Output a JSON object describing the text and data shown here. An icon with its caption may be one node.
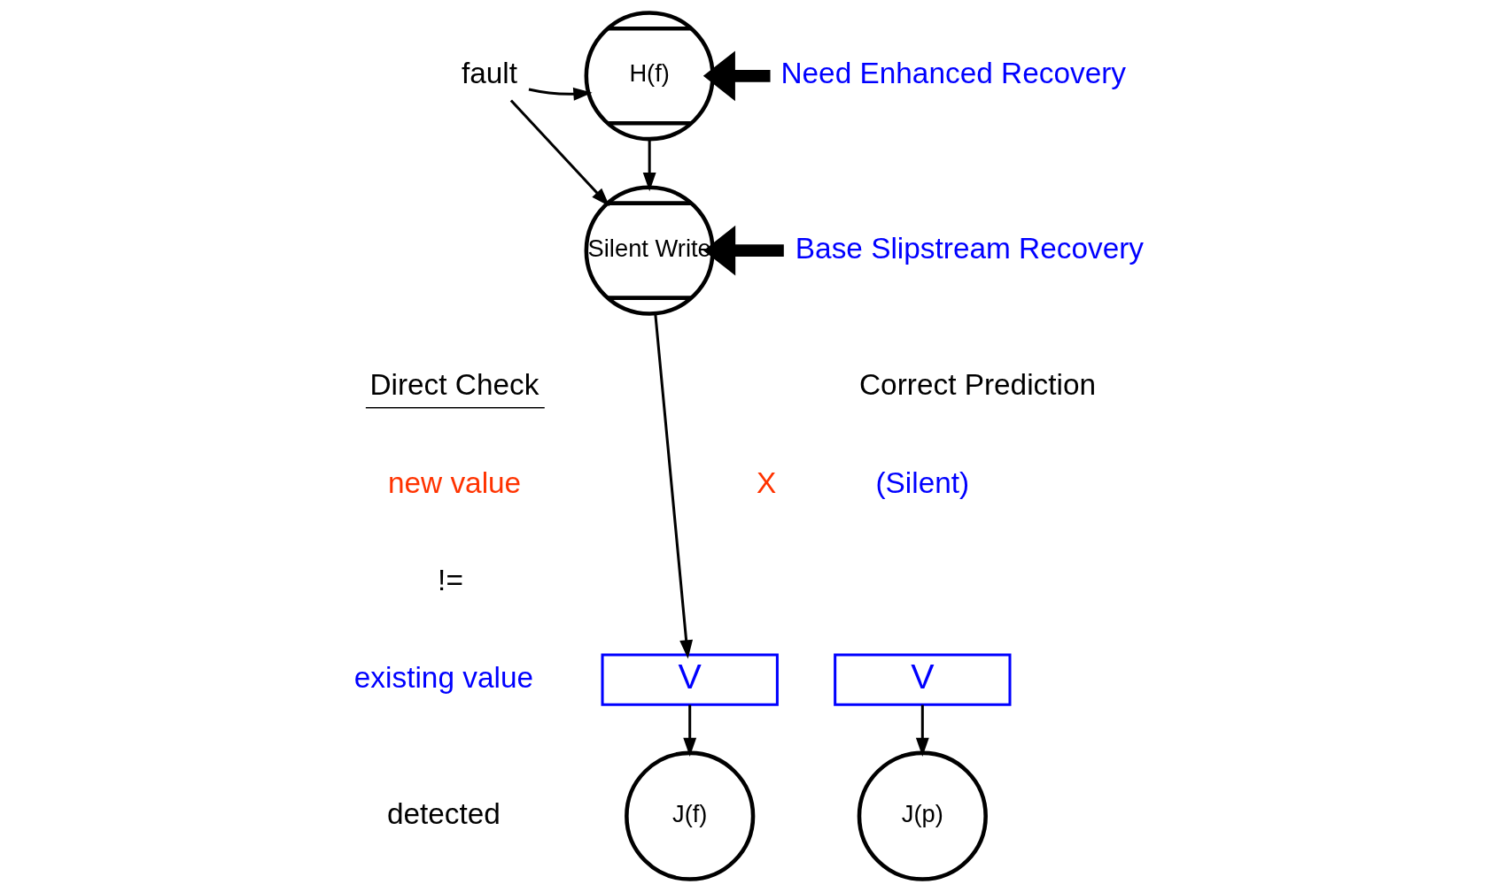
{
  "diagram": {
    "nodes": [
      {
        "text": [
          "H(f)"
        ]
      },
      {
        "text": [
          "Silent Write"
        ]
      },
      {
        "text": [
          "V"
        ]
      },
      {
        "text": [
          "J(f)"
        ]
      },
      {
        "text": [
          "V"
        ]
      },
      {
        "text": [
          "J(p)"
        ]
      },
      {
        "text": [
          "fault"
        ]
      },
      {
        "text": [
          "Need Enhanced Recovery"
        ]
      },
      {
        "text": [
          "Base Slipstream Recovery"
        ]
      }
    ],
    "edges": [
      {
        "from": 6,
        "to": 0,
        "arrow": "to"
      },
      {
        "from": 6,
        "to": 1,
        "arrow": "to"
      },
      {
        "from": 7,
        "to": 0,
        "arrow": "to",
        "style": "thick"
      },
      {
        "from": 0,
        "to": 1,
        "arrow": "to"
      },
      {
        "from": 8,
        "to": 1,
        "arrow": "to",
        "style": "thick"
      },
      {
        "from": 1,
        "to": 2,
        "arrow": "to"
      },
      {
        "from": 2,
        "to": 3,
        "arrow": "to"
      },
      {
        "from": 4,
        "to": 5,
        "arrow": "to"
      }
    ],
    "labels": [
      "Correct Prediction",
      "(Silent)",
      "X",
      "Direct Check",
      "new value",
      "!=",
      "existing value",
      "detected"
    ]
  }
}
